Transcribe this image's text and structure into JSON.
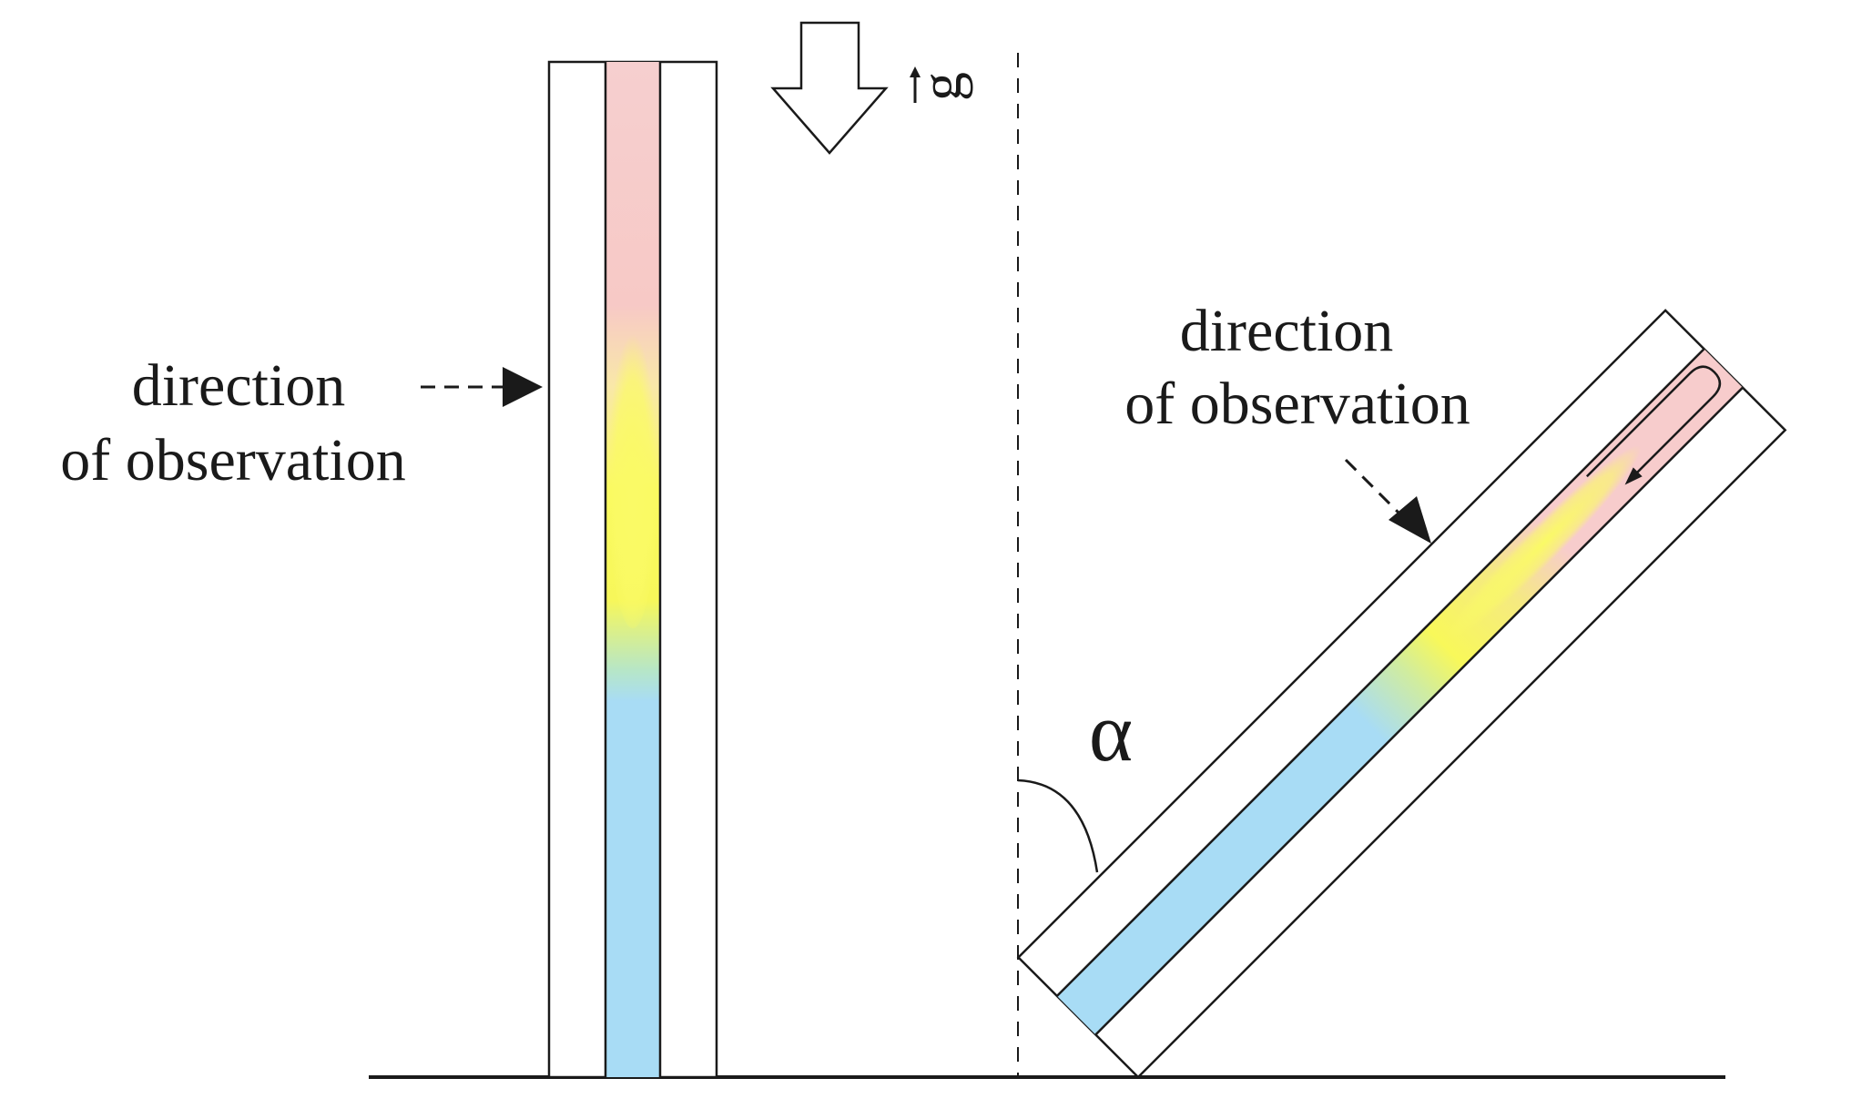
{
  "labels": {
    "left_observation_line1": "direction",
    "left_observation_line2": "of observation",
    "right_observation_line1": "direction",
    "right_observation_line2": "of observation",
    "gravity_symbol": "g",
    "angle_symbol": "α"
  },
  "colors": {
    "outline": "#1a1a1a",
    "blue_liquid": "#a8dcf5",
    "yellow_liquid": "#fbfb50",
    "pink_liquid": "#f7cccc"
  },
  "icons": {
    "gravity_arrow": "hollow-down-arrow-icon",
    "observation_arrows": "dashed-arrow-icon"
  }
}
